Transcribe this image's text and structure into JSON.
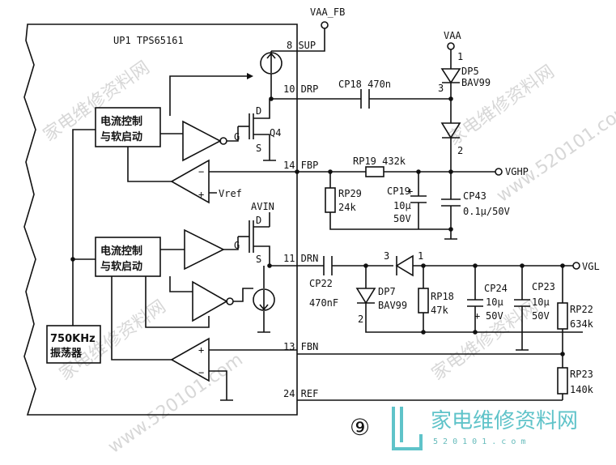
{
  "ic": {
    "name": "UP1 TPS65161"
  },
  "blocks": {
    "ctrl_top": [
      "电流控制",
      "与软启动"
    ],
    "ctrl_bottom": [
      "电流控制",
      "与软启动"
    ],
    "oscillator": [
      "750KHz",
      "振荡器"
    ]
  },
  "pins": {
    "sup": "8 SUP",
    "drp": "10 DRP",
    "fbp": "14 FBP",
    "drn": "11 DRN",
    "fbn": "13 FBN",
    "ref": "24 REF"
  },
  "nets": {
    "vaa_fb": "VAA_FB",
    "vaa": "VAA",
    "avin": "AVIN",
    "vref": "Vref",
    "vghp": "VGHP",
    "vgl": "VGL"
  },
  "transistor": {
    "q4": "Q4",
    "d": "D",
    "g": "G",
    "s": "S",
    "d2": "D",
    "g2": "G",
    "s2": "S"
  },
  "components": {
    "cp18": "CP18 470n",
    "dp5": "DP5",
    "dp5_type": "BAV99",
    "dp5_pin1": "1",
    "dp5_pin3": "3",
    "dp5_pin2": "2",
    "rp19": "RP19 432k",
    "rp29": "RP29",
    "rp29_val": "24k",
    "cp19": "CP19",
    "cp19_val1": "10μ",
    "cp19_val2": "50V",
    "cp43": "CP43",
    "cp43_val": "0.1μ/50V",
    "cp22": "CP22",
    "cp22_val": "470nF",
    "dp7": "DP7",
    "dp7_type": "BAV99",
    "dp7_pin3": "3",
    "dp7_pin1": "1",
    "dp7_pin2": "2",
    "rp18": "RP18",
    "rp18_val": "47k",
    "cp24": "CP24",
    "cp24_val1": "10μ",
    "cp24_val2": "50V",
    "cp23": "CP23",
    "cp23_val1": "10μ",
    "cp23_val2": "50V",
    "rp22": "RP22",
    "rp22_val": "634k",
    "rp23": "RP23",
    "rp23_val": "140k"
  },
  "figure_number": "⑨",
  "watermarks": {
    "logo_text": "家电维修资料网",
    "logo_url": "5 2 0 1 0 1 . c o m",
    "diag1": "家电维修资料网",
    "diag2": "家电维修资料网",
    "diag3": "www.520101.com",
    "diag4": "家电维修资料网",
    "diag5": "www.520101.com",
    "diag6": "家电维修资料网"
  }
}
